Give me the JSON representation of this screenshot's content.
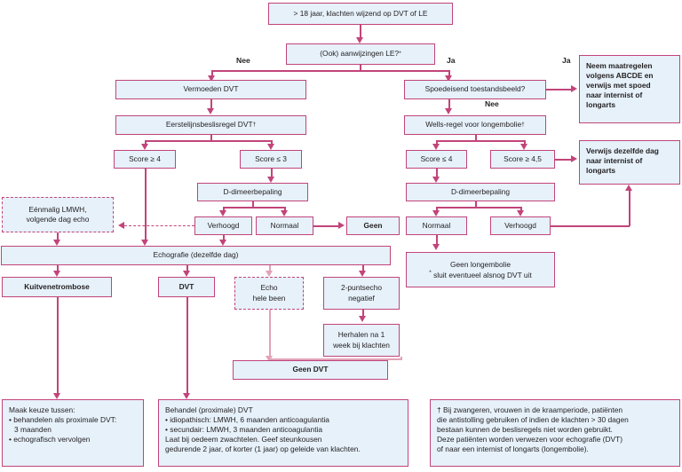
{
  "meta": {
    "title": "Stroomdiagram diagnostiek DVT en longembolie",
    "colors": {
      "box_fill": "#e6f1fa",
      "box_border": "#c2447a",
      "connector": "#c2447a",
      "connector_pale": "#e3a2b9",
      "text": "#231f20"
    }
  },
  "nodes": {
    "entry": "> 18 jaar, klachten wijzend op DVT of LE",
    "le_question": "(Ook) aanwijzingen LE?",
    "le_question_sup": "*",
    "vermoeden_dvt": "Vermoeden DVT",
    "eerstelijns": "Eerstelijnsbeslisregel DVT",
    "eerstelijns_sup": "†",
    "score_ge4": "Score ≥ 4",
    "score_le3": "Score ≤ 3",
    "ddimer_left": "D-dimeerbepaling",
    "verhoogd_left": "Verhoogd",
    "normaal_left": "Normaal",
    "geen": "Geen",
    "lmwh": {
      "line1": "Eénmalig LMWH,",
      "line2": "volgende dag echo"
    },
    "echografie": "Echografie (dezelfde dag)",
    "kuitvenetrombose": "Kuitvenetrombose",
    "dvt": "DVT",
    "echo_hele_been": {
      "line1": "Echo",
      "line2": "hele been"
    },
    "tweepuntsecho": {
      "line1": "2-puntsecho",
      "line2": "negatief"
    },
    "herhalen": {
      "line1": "Herhalen na 1",
      "line2": "week bij klachten"
    },
    "geen_dvt": "Geen DVT",
    "spoedeisend": "Spoedeisend toestandsbeeld?",
    "wells": "Wells-regel voor longembolie",
    "wells_sup": "†",
    "score_le4": "Score ≤ 4",
    "score_ge45": "Score ≥ 4,5",
    "ddimer_right": "D-dimeerbepaling",
    "normaal_right": "Normaal",
    "verhoogd_right": "Verhoogd",
    "geen_longembolie": {
      "title": "Geen longembolie",
      "sub_sup": "*",
      "sub": "sluit eventueel alsnog DVT uit"
    },
    "abcde": {
      "line1": "Neem maatregelen",
      "line2": "volgens ABCDE en",
      "line3": "verwijs met spoed",
      "line4": "naar internist of",
      "line5": "longarts"
    },
    "verwijs": {
      "line1": "Verwijs dezelfde dag",
      "line2": "naar internist of",
      "line3": "longarts"
    },
    "maak_keuze": {
      "title": "Maak keuze tussen:",
      "item1": "• behandelen als proximale DVT:",
      "item1b": "3 maanden",
      "item2": "• echografisch vervolgen"
    },
    "behandel": {
      "title": "Behandel (proximale) DVT",
      "item1": "• idiopathisch: LMWH, 6 maanden  anticoagulantia",
      "item2": "• secundair: LMWH, 3 maanden anticoagulantia",
      "line3": "Laat bij oedeem zwachtelen. Geef steunkousen",
      "line4": "gedurende 2 jaar, of korter (1 jaar) op geleide van klachten."
    },
    "footnote": {
      "line1": "† Bij zwangeren, vrouwen in de kraamperiode, patiënten",
      "line2": "die antistolling gebruiken of indien de klachten > 30 dagen",
      "line3": "bestaan kunnen de beslisregels niet worden gebruikt.",
      "line4": "Deze patiënten worden verwezen voor echografie (DVT)",
      "line5": "of naar een internist of longarts (longembolie)."
    }
  },
  "edge_labels": {
    "nee_left": "Nee",
    "ja_middle": "Ja",
    "ja_right": "Ja",
    "nee_right": "Nee"
  }
}
